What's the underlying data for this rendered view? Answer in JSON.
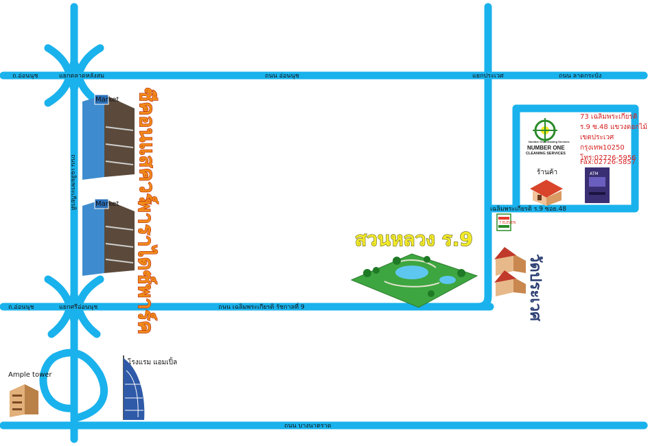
{
  "roads": {
    "top_left": "ถ.อ่อนนุช",
    "top_junction_left": "แยกตลาดหลังสม",
    "top_center": "ถนน อ่อนนุช",
    "top_junction_right": "แยกประเวศ",
    "top_right": "ถนน ลาดกระบัง",
    "vertical_main": "ถนน เฉลิมพระเกียรติ",
    "soi_48": "เฉลิมพระเกียรติ ร.9 ซอย.48",
    "middle_left": "ถ.อ่อนนุช",
    "middle_junction": "แยกศรีอ่อนนุช",
    "middle_center": "ถนน เฉลิมพระเกียรติ รัชกาลที่ 9",
    "bottom": "ถนน บางนาตราด"
  },
  "landmarks": {
    "building_1": "ซีคอนแสควร์",
    "building_2": "พาราไดซ์พาร์ค",
    "market_sign": "Market",
    "park": "สวนหลวง ร.9",
    "temple": "วัดประเวศ",
    "shop": "ร้านค้า",
    "ample_tower": "Ample tower",
    "hotel": "โรงแรม แอมเปิ้ล",
    "seven_eleven": "7 ELEVEN",
    "atm": "ATM"
  },
  "company": {
    "name_line1": "NUMBER ONE",
    "name_line2": "CLEANING SERVICES",
    "logo_caption": "Number One Cleaning Services",
    "address_lines": [
      "73 เฉลิมพระเกียรติ",
      "ร.9 ซ.48 แขวงดอกไม้",
      "เขตประเวศ",
      "กรุงเทพ10250",
      "โทร:02726-5956",
      "Fax:02726-5857"
    ]
  },
  "colors": {
    "road": "#1ab2ec",
    "park_grass": "#3ea640",
    "text_orange": "#f08a1a",
    "address_red": "#d42020",
    "temple_blue": "#2c3f73"
  }
}
